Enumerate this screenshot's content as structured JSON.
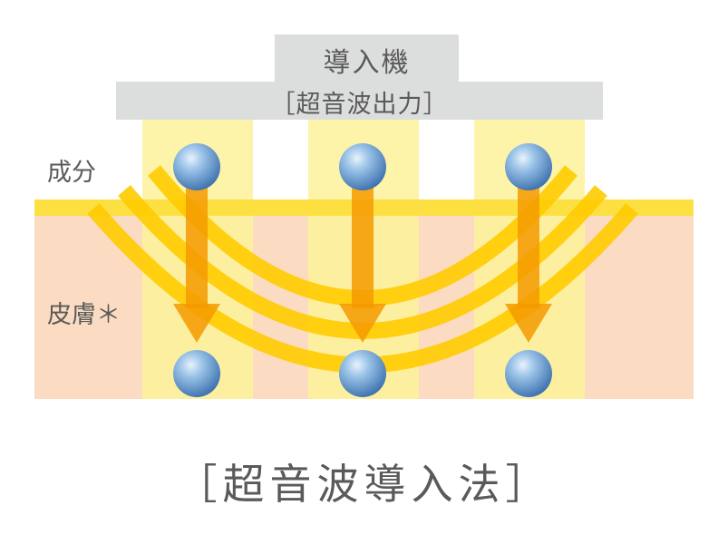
{
  "device": {
    "title": "導入機",
    "subtitle": "［超音波出力］"
  },
  "labels": {
    "ingredient": "成分",
    "skin": "皮膚＊"
  },
  "method": "［超音波導入法］",
  "colors": {
    "device_gray": "#dcdddd",
    "skin_fill": "#fbdcc3",
    "skin_surface": "#fce042",
    "beam": "#fdf29a",
    "arc": "#ffcb00",
    "arrow": "#f49a00",
    "sphere": "#6a9fd4",
    "text": "#5a5a5a"
  },
  "icons": {
    "ingredient_particle": "sphere-icon",
    "transport_arrow": "arrow-down-icon"
  }
}
